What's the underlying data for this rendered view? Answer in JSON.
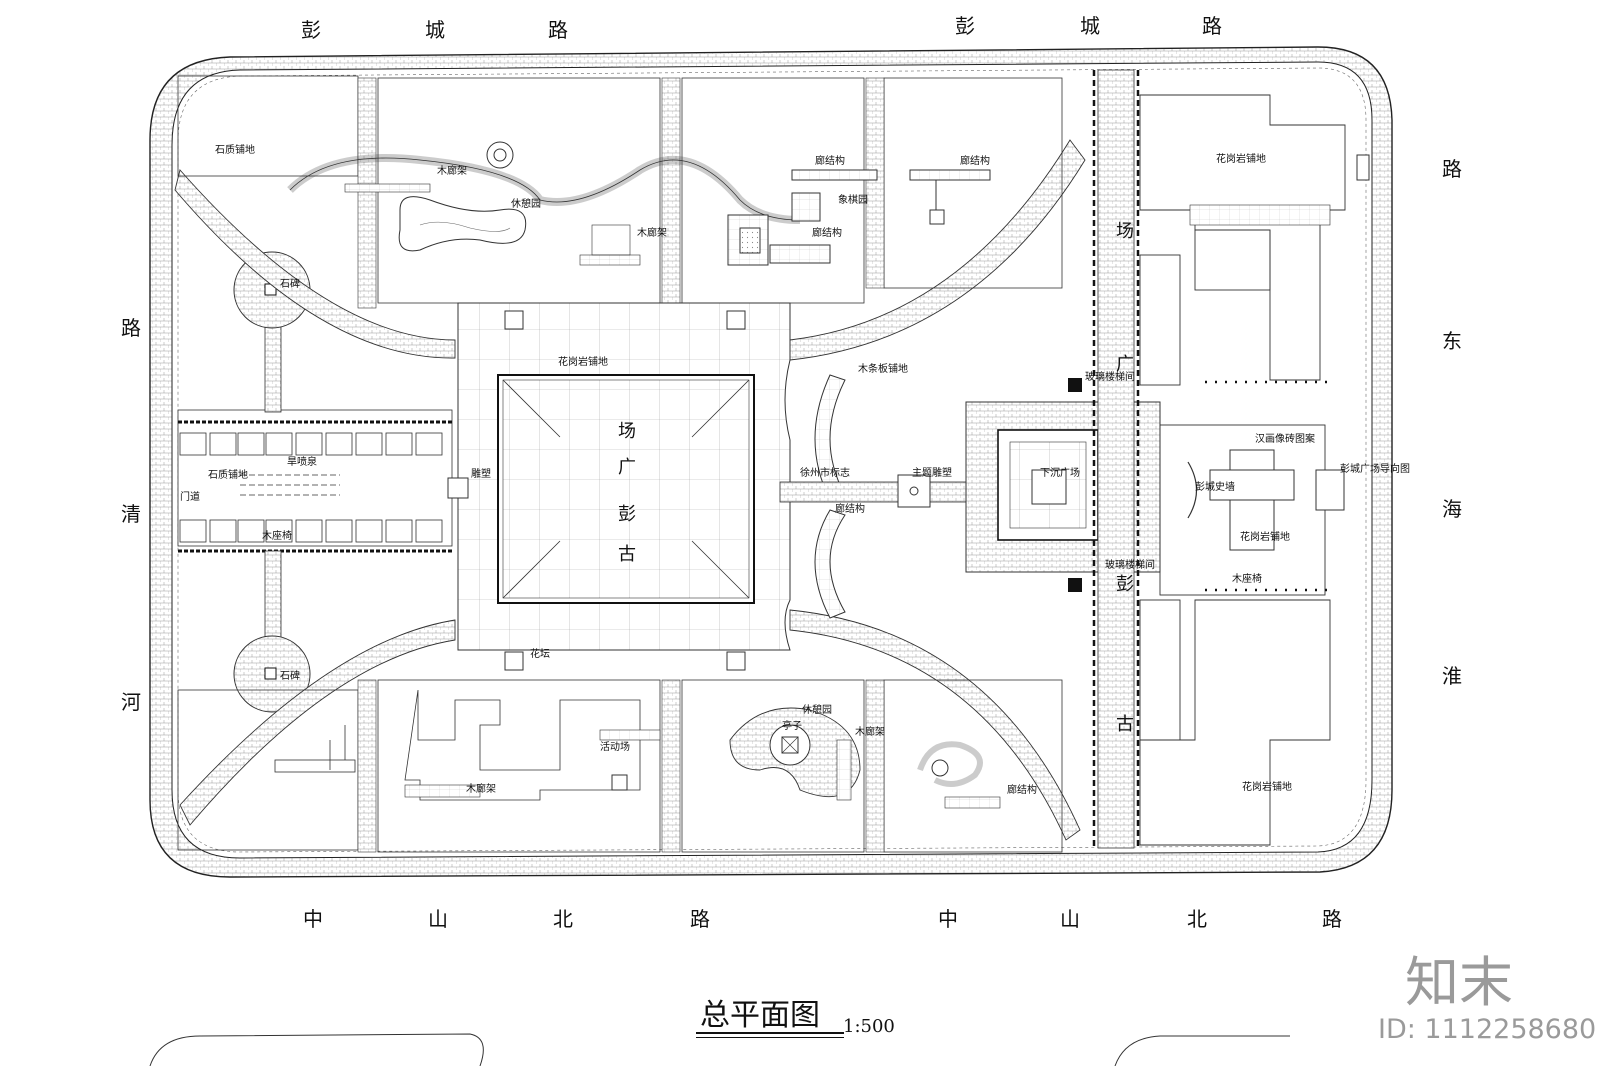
{
  "roads": {
    "north_left": [
      "彭",
      "城",
      "路"
    ],
    "north_right": [
      "彭",
      "城",
      "路"
    ],
    "south_left": [
      "中",
      "山",
      "北",
      "路"
    ],
    "south_right": [
      "中",
      "山",
      "北",
      "路"
    ],
    "west": [
      "路",
      "清",
      "河"
    ],
    "east": [
      "路",
      "东",
      "海",
      "淮"
    ]
  },
  "plaza": {
    "center_vertical": [
      "场",
      "广",
      "彭",
      "古"
    ],
    "east_vertical": [
      "场",
      "广",
      "彭",
      "古"
    ]
  },
  "labels": {
    "stone_paving_nw": "石质铺地",
    "wood_pergola_1": "木廊架",
    "rest_garden_1": "休憩园",
    "wood_pergola_2": "木廊架",
    "shade_1": "廊结构",
    "shade_2": "廊结构",
    "chess_garden": "象棋园",
    "shade_3": "廊结构",
    "granite_ne": "花岗岩铺地",
    "stone_tablet_1": "石碑",
    "granite_center": "花岗岩铺地",
    "wood_strip": "木条板铺地",
    "stone_paving_w": "石质铺地",
    "dry_fountain": "旱喷泉",
    "gate": "门道",
    "wood_bench_w": "木座椅",
    "sculpture": "雕塑",
    "flower_bed": "花坛",
    "stone_tablet_2": "石碑",
    "xuzhou_tablet": "徐州市标志",
    "main_sculpture": "主题雕塑",
    "shade_4": "廊结构",
    "sunken_plaza": "下沉广场",
    "glass_stair_1": "玻璃楼梯间",
    "glass_stair_2": "玻璃楼梯间",
    "han_relief": "汉画像砖图案",
    "pengcheng_wall": "彭城史墙",
    "pengcheng_sign": "彭城广场导向图",
    "granite_e1": "花岗岩铺地",
    "wood_bench_e": "木座椅",
    "rest_garden_2": "休憩园",
    "pavilion": "亭子",
    "wood_pergola_3": "木廊架",
    "activity_area": "活动场",
    "wood_pergola_4": "木廊架",
    "shade_5": "廊结构",
    "granite_se": "花岗岩铺地"
  },
  "title": "总平面图",
  "scale": "1:500",
  "watermark": {
    "logo": "知末",
    "id": "ID: 1112258680"
  }
}
